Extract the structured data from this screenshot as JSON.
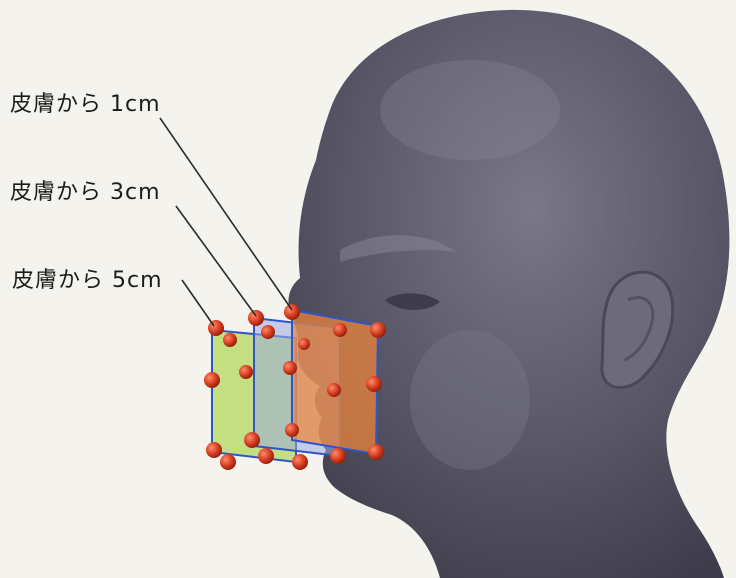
{
  "labels": [
    {
      "text": "皮膚から 1cm"
    },
    {
      "text": "皮膚から 3cm"
    },
    {
      "text": "皮膚から 5cm"
    }
  ],
  "colors": {
    "background": "#f4f3ee",
    "head": "#5a5868",
    "plane_1cm": "#f0873a",
    "plane_3cm": "#9aa9e0",
    "plane_5cm": "#b9d96a",
    "plane_edge": "#2f55c8",
    "marker": "#d23a1e",
    "leader_line": "#2a2a2a"
  }
}
